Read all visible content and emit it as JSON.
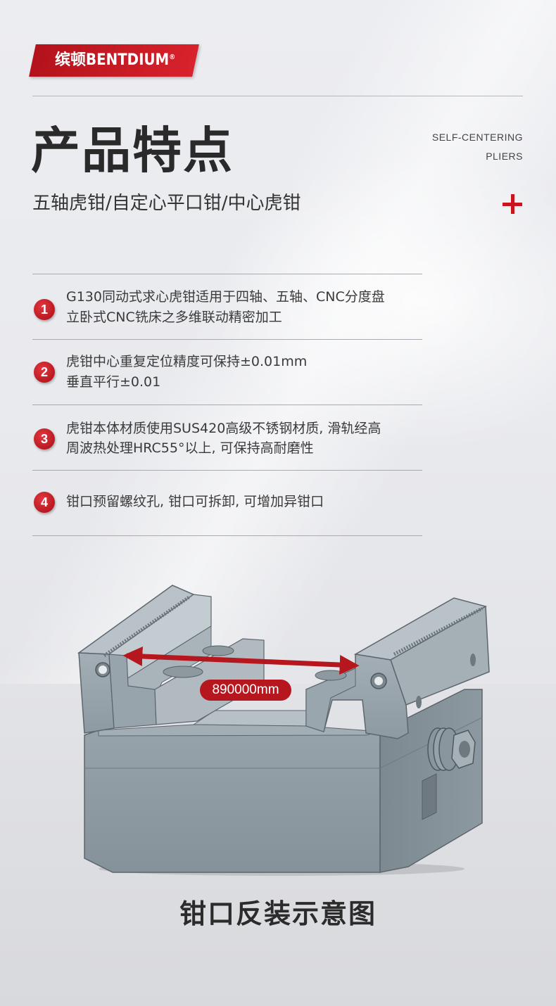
{
  "brand": {
    "logo_text": "缤顿BENTDIUM",
    "registered": "®"
  },
  "header": {
    "title": "产品特点",
    "english_line1": "SELF-CENTERING",
    "english_line2": "PLIERS",
    "subtitle": "五轴虎钳/自定心平口钳/中心虎钳"
  },
  "features": [
    {
      "number": "1",
      "line1": "G130同动式求心虎钳适用于四轴、五轴、CNC分度盘",
      "line2": "立卧式CNC铣床之多维联动精密加工"
    },
    {
      "number": "2",
      "line1": "虎钳中心重复定位精度可保持±0.01mm",
      "line2": "垂直平行±0.01"
    },
    {
      "number": "3",
      "line1": "虎钳本体材质使用SUS420高级不锈钢材质, 滑轨经高",
      "line2": "周波热处理HRC55°以上, 可保持高耐磨性"
    },
    {
      "number": "4",
      "line1": "钳口预留螺纹孔, 钳口可拆卸, 可增加异钳口",
      "line2": ""
    }
  ],
  "product": {
    "dimension_label": "890000mm",
    "caption": "钳口反装示意图"
  },
  "colors": {
    "brand_red": "#c8151e",
    "vise_body": "#8f9ba3",
    "text_dark": "#2a2a2a"
  },
  "icons": {
    "plus": "plus-icon"
  }
}
